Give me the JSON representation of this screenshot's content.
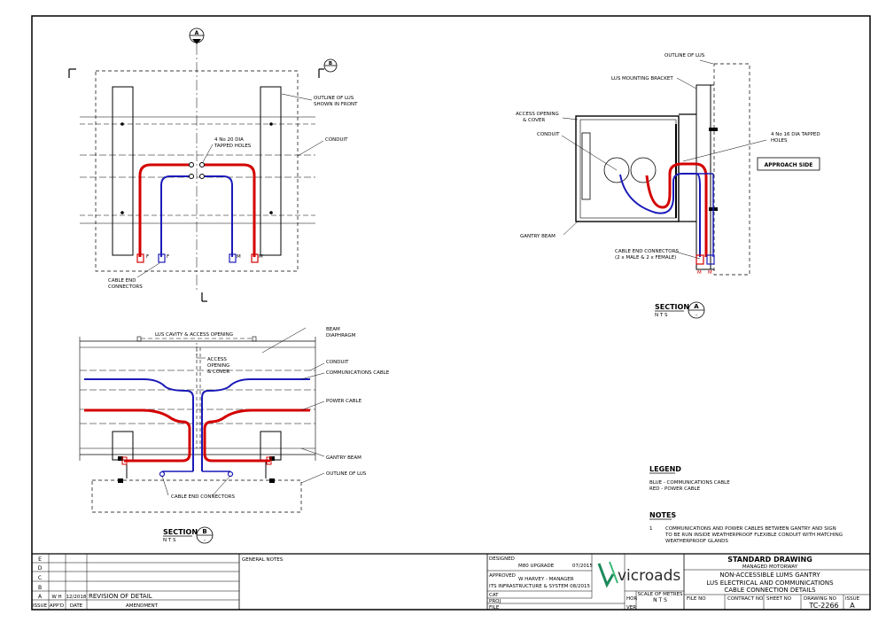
{
  "section_a": {
    "marker_letter": "A",
    "title_prefix": "SECTION",
    "nts": "N T S",
    "labels": {
      "outline_lus": "OUTLINE OF LUS",
      "mounting_bracket": "LUS MOUNTING BRACKET",
      "access_opening_1": "ACCESS OPENING",
      "access_opening_2": "& COVER",
      "conduit": "CONDUIT",
      "tapped_1": "4 No 16 DIA TAPPED",
      "tapped_2": "HOLES",
      "approach_side": "APPROACH SIDE",
      "gantry_beam": "GANTRY BEAM",
      "cable_end_1": "CABLE END CONNECTORS",
      "cable_end_2": "(2 x MALE & 2 x FEMALE)",
      "m1": "M",
      "m2": "M"
    }
  },
  "front_view": {
    "marker_a": "A",
    "marker_b": "B",
    "labels": {
      "outline_lus_1": "OUTLINE OF LUS",
      "outline_lus_2": "SHOWN IN FRONT",
      "conduit": "CONDUIT",
      "tapped_1": "4 No 20 DIA",
      "tapped_2": "TAPPED HOLES",
      "cable_end_1": "CABLE END",
      "cable_end_2": "CONNECTORS",
      "f1": "F",
      "f2": "F",
      "m1": "M",
      "m2": "M"
    }
  },
  "section_b": {
    "marker_letter": "B",
    "title_prefix": "SECTION",
    "nts": "N T S",
    "labels": {
      "lus_cavity": "LUS CAVITY & ACCESS OPENING",
      "beam_1": "BEAM",
      "beam_2": "DIAPHRAGM",
      "access_1": "ACCESS",
      "access_2": "OPENING",
      "access_3": "& COVER",
      "conduit": "CONDUIT",
      "comms": "COMMUNICATIONS CABLE",
      "power": "POWER CABLE",
      "gantry": "GANTRY BEAM",
      "outline": "OUTLINE OF LUS",
      "cable_end": "CABLE END CONNECTORS"
    }
  },
  "legend": {
    "title": "LEGEND",
    "line1": "BLUE  -  COMMUNICATIONS CABLE",
    "line2": "RED   -     POWER CABLE"
  },
  "notes": {
    "title": "NOTES",
    "num": "1",
    "line1": "COMMUNICATIONS AND POWER CABLES BETWEEN GANTRY AND SIGN",
    "line2": "TO BE RUN INSIDE WEATHERPROOF FLEXIBLE CONDUIT WITH MATCHING",
    "line3": "WEATHERPROOF GLANDS"
  },
  "title_block": {
    "issues": [
      "E",
      "D",
      "C",
      "B",
      "A"
    ],
    "issue_a": {
      "appd": "W H",
      "date": "12/2018",
      "amendment": "REVISION OF DETAIL"
    },
    "headers": {
      "issue": "ISSUE",
      "appd": "APP'D",
      "date": "DATE",
      "amendment": "AMENDMENT"
    },
    "general_notes": "GENERAL NOTES",
    "designed_label": "DESIGNED",
    "designed_value": "M80 UPGRADE",
    "designed_date": "07/2015",
    "approved_label": "APPROVED",
    "approved_value": "W HARVEY - MANAGER",
    "approved_dept": "ITS INFRASTRUCTURE & SYSTEM 08/2015",
    "cat": "CAT",
    "proj": "PROJ",
    "file": "FILE",
    "logo_text": "vicroads",
    "hor": "HOR",
    "ver": "VER",
    "scale_label": "SCALE OF METRES",
    "scale_value": "N T S",
    "std_title": "STANDARD DRAWING",
    "std_sub": "MANAGED MOTORWAY",
    "title1": "NON-ACCESSIBLE LUMS GANTRY",
    "title2": "LUS ELECTRICAL AND COMMUNICATIONS",
    "title3": "CABLE CONNECTION DETAILS",
    "file_no": "FILE NO",
    "contract_no": "CONTRACT NO",
    "sheet_no": "SHEET NO",
    "drawing_no_label": "DRAWING NO",
    "drawing_no": "TC-2266",
    "issue_label": "ISSUE",
    "issue_value": "A"
  },
  "colors": {
    "power": "#d40000",
    "comms": "#1a1ab8",
    "line": "#000000"
  }
}
